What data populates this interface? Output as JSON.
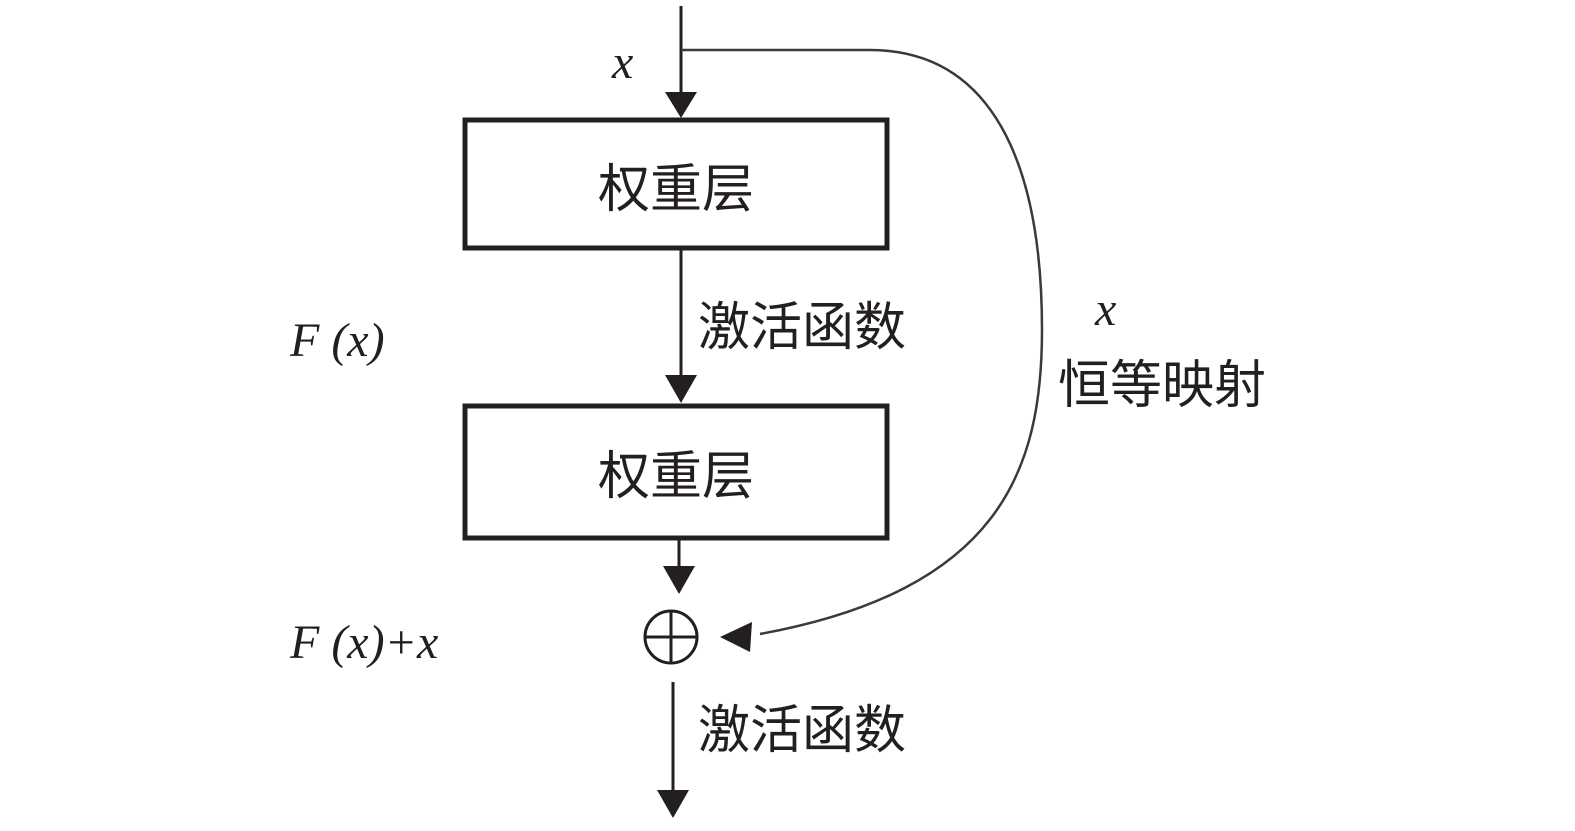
{
  "diagram": {
    "input_label": "x",
    "layer_1_label": "权重层",
    "activation_1_label": "激活函数",
    "layer_2_label": "权重层",
    "residual_label": "F (x)",
    "shortcut_var_label": "x",
    "shortcut_label": "恒等映射",
    "sum_label": "F (x)+x",
    "activation_2_label": "激活函数"
  }
}
